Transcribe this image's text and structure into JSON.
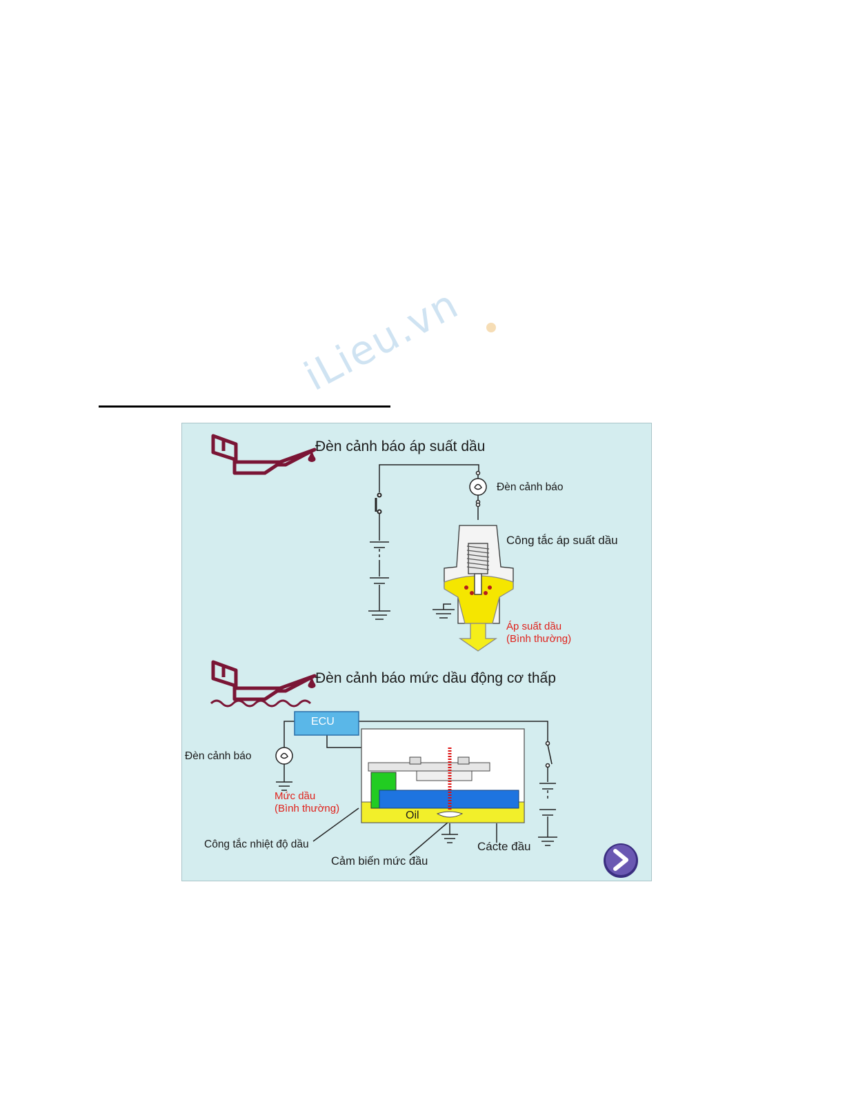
{
  "watermark": {
    "text": "iLieu.vn"
  },
  "panel": {
    "pressure_section": {
      "title": "Đèn cảnh báo áp suất dầu",
      "lamp_label": "Đèn cảnh báo",
      "switch_label": "Công tắc áp suất dầu",
      "pressure_label_line1": "Áp suất dầu",
      "pressure_label_line2": "(Bình thường)"
    },
    "level_section": {
      "title": "Đèn cảnh báo mức dầu động cơ thấp",
      "ecu_label": "ECU",
      "lamp_label": "Đèn cảnh báo",
      "level_label_line1": "Mức dầu",
      "level_label_line2": "(Bình thường)",
      "oil_label": "Oil",
      "temp_switch_label": "Công tắc nhiệt độ dầu",
      "sensor_label": "Cảm biến mức đầu",
      "sump_label": "Cácte đầu"
    },
    "next_button": {
      "icon": "chevron-right-icon"
    }
  },
  "colors": {
    "panel_bg": "#d4edef",
    "icon": "#7a1535",
    "ecu": "#5ab7e8",
    "oil": "#f2ef2a",
    "float": "#1e74e0",
    "temp_switch": "#22cc22",
    "warning_text": "#e0211b",
    "next_button": "#5a4aa0"
  }
}
